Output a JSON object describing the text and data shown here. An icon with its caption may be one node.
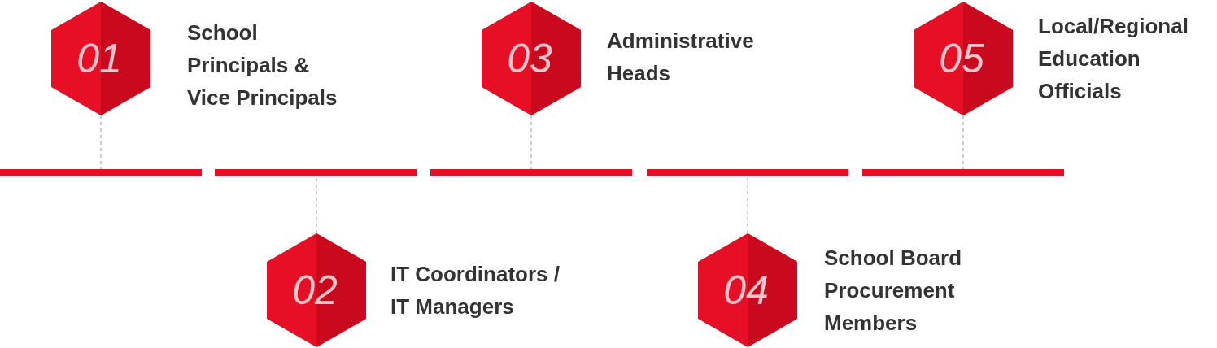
{
  "diagram": {
    "nodes": [
      {
        "text": [
          "01"
        ],
        "beside": [
          "School Principals & Vice Principals"
        ]
      },
      {
        "text": [
          "02"
        ],
        "beside": [
          "IT Coordinators / IT Managers"
        ]
      },
      {
        "text": [
          "03"
        ],
        "beside": [
          "Administrative Heads"
        ]
      },
      {
        "text": [
          "04"
        ],
        "beside": [
          "School Board Procurement Members"
        ]
      },
      {
        "text": [
          "05"
        ],
        "beside": [
          "Local/Regional Education Officials"
        ]
      },
      {
        "text": [],
        "shape": "bar"
      },
      {
        "text": [],
        "shape": "bar"
      },
      {
        "text": [],
        "shape": "bar"
      },
      {
        "text": [],
        "shape": "bar"
      },
      {
        "text": [],
        "shape": "bar"
      }
    ],
    "edges": [
      {
        "from": 0,
        "to": 5,
        "arrow": "none",
        "style": "dashed",
        "color": "#cccccc"
      },
      {
        "from": 1,
        "to": 6,
        "arrow": "none",
        "style": "dashed",
        "color": "#cccccc"
      },
      {
        "from": 2,
        "to": 7,
        "arrow": "none",
        "style": "dashed",
        "color": "#cccccc"
      },
      {
        "from": 3,
        "to": 8,
        "arrow": "none",
        "style": "dashed",
        "color": "#cccccc"
      },
      {
        "from": 4,
        "to": 9,
        "arrow": "none",
        "style": "dashed",
        "color": "#cccccc"
      }
    ]
  }
}
